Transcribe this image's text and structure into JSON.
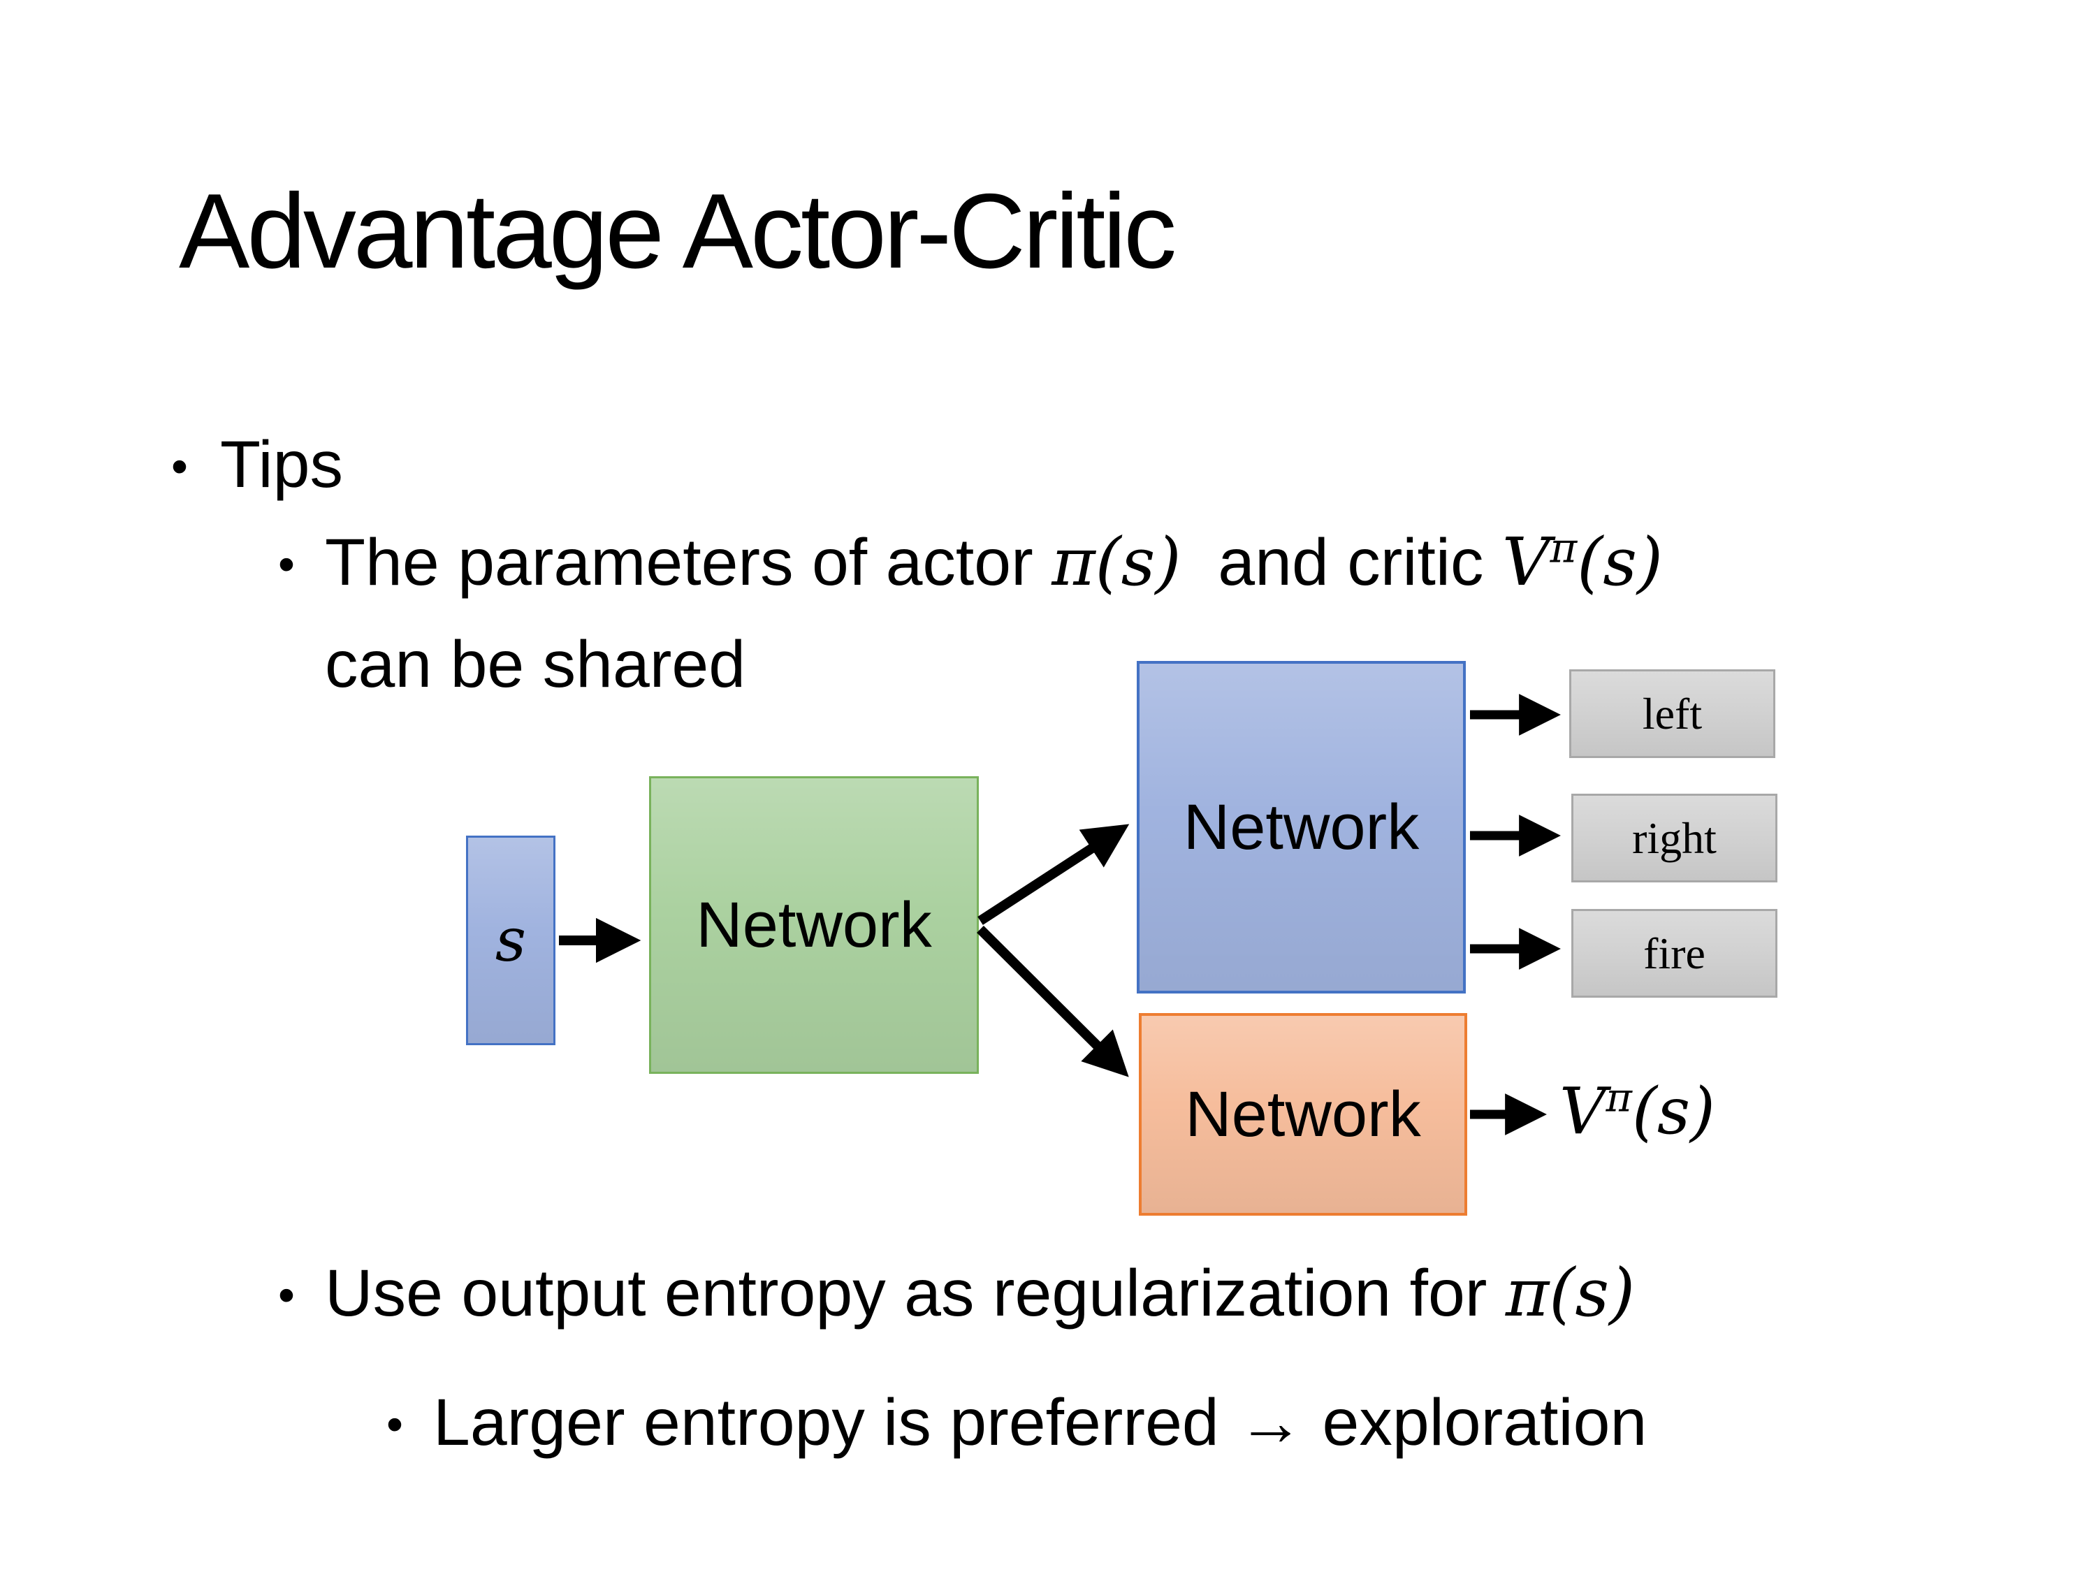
{
  "slide": {
    "title": "Advantage Actor-Critic",
    "bullet_char": "•"
  },
  "bullets": {
    "tips_label": "Tips",
    "tip_shared": {
      "pre": "The parameters of actor ",
      "actor_math": "π(s)",
      "mid": "  and critic ",
      "critic_base": "V",
      "critic_sup": "π",
      "critic_tail": "(s)",
      "line2": "can be shared"
    },
    "tip_entropy": {
      "pre": "Use output entropy as regularization for ",
      "math": "π(s)"
    },
    "tip_explore": "Larger entropy is preferred → exploration"
  },
  "diagram": {
    "state_label": "s",
    "shared_network_label": "Network",
    "actor_network_label": "Network",
    "critic_network_label": "Network",
    "actions": [
      "left",
      "right",
      "fire"
    ],
    "critic_output": {
      "base": "V",
      "sup": "π",
      "tail": "(s)"
    },
    "colors": {
      "state_fill": "#A0B3DF",
      "blue_border": "#4472C4",
      "green_fill": "#ABD1A0",
      "green_border": "#79B25C",
      "orange_fill": "#F6BD9C",
      "orange_border": "#ED7D31",
      "gray_fill": "#D2D2D2",
      "gray_border": "#A8A8A8",
      "arrow": "#000000"
    }
  }
}
